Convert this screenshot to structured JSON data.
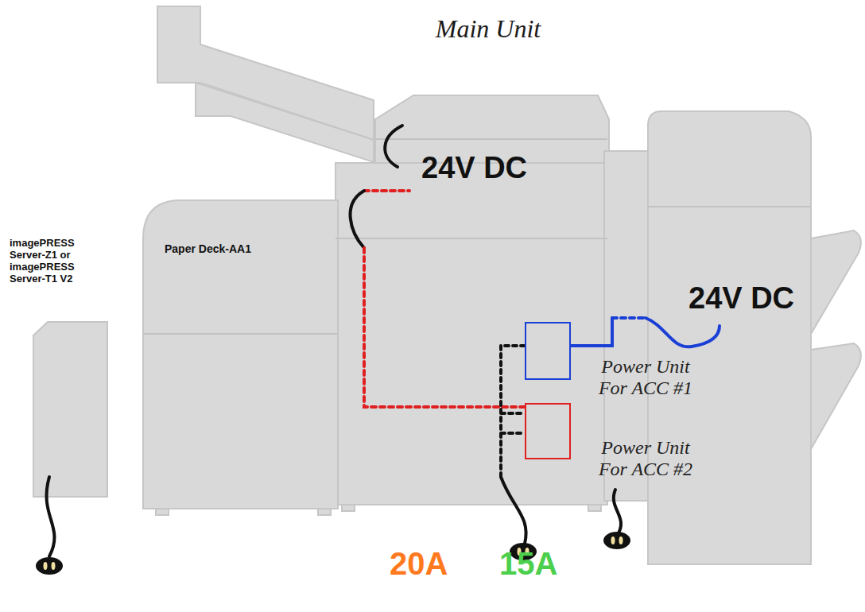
{
  "diagram": {
    "title": "Main Unit",
    "nodes": [
      {
        "text": [
          "Power Unit For ACC #1"
        ]
      },
      {
        "text": [
          "Power Unit For ACC #2"
        ]
      }
    ],
    "labels": [
      "24V DC",
      "imagePRESS Server-Z1 or imagePRESS Server-T1 V2",
      "Paper Deck-AA1",
      "24V DC",
      "20A",
      "15A"
    ]
  }
}
